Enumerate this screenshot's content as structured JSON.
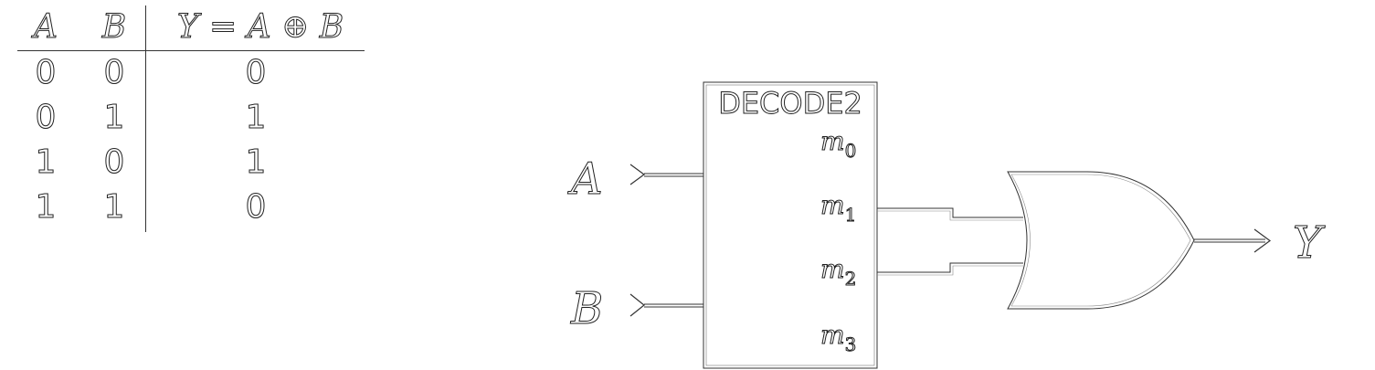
{
  "truth_table": {
    "headers": [
      "A",
      "B",
      "Y = A ⊕ B"
    ],
    "rows": [
      [
        "0",
        "0",
        "0"
      ],
      [
        "0",
        "1",
        "1"
      ],
      [
        "1",
        "0",
        "1"
      ],
      [
        "1",
        "1",
        "0"
      ]
    ]
  },
  "circuit": {
    "decoder": {
      "title": "DECODE2",
      "outputs": [
        {
          "base": "m",
          "sub": "0"
        },
        {
          "base": "m",
          "sub": "1"
        },
        {
          "base": "m",
          "sub": "2"
        },
        {
          "base": "m",
          "sub": "3"
        }
      ]
    },
    "inputs": [
      "A",
      "B"
    ],
    "output": "Y"
  }
}
